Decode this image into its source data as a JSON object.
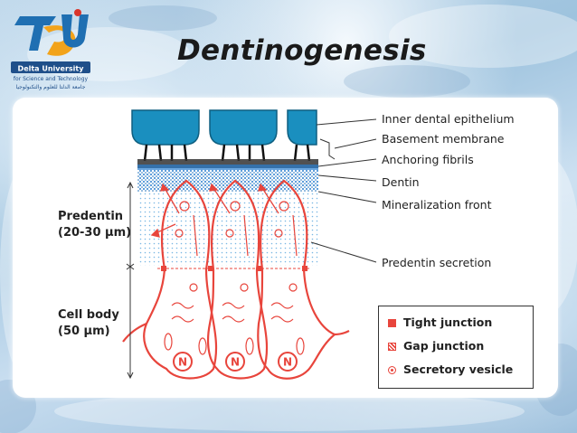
{
  "slide": {
    "title": "Dentinogenesis"
  },
  "logo": {
    "mark": "DU",
    "name": "Delta University",
    "subtitle": "for Science and Technology",
    "arabic": "جامعة الدلتا للعلوم والتكنولوجيا"
  },
  "diagram": {
    "labels": {
      "inner_dental_epithelium": "Inner dental epithelium",
      "basement_membrane": "Basement membrane",
      "anchoring_fibrils": "Anchoring fibrils",
      "dentin": "Dentin",
      "mineralization_front": "Mineralization front",
      "predentin_secretion": "Predentin   secretion",
      "predentin": "Predentin",
      "predentin_thickness": "(20-30 µm)",
      "cell_body": "Cell body",
      "cell_body_size": "(50 µm)",
      "nucleus": "N"
    },
    "legend": {
      "tight_junction": "Tight junction",
      "gap_junction": "Gap junction",
      "secretory_vesicle": "Secretory vesicle"
    },
    "colors": {
      "cell_outline": "#e8453c",
      "epithelium": "#1a8fbf",
      "dentin_dots": "#2a7fd0",
      "predentin_dots": "#7ab8e3"
    }
  }
}
